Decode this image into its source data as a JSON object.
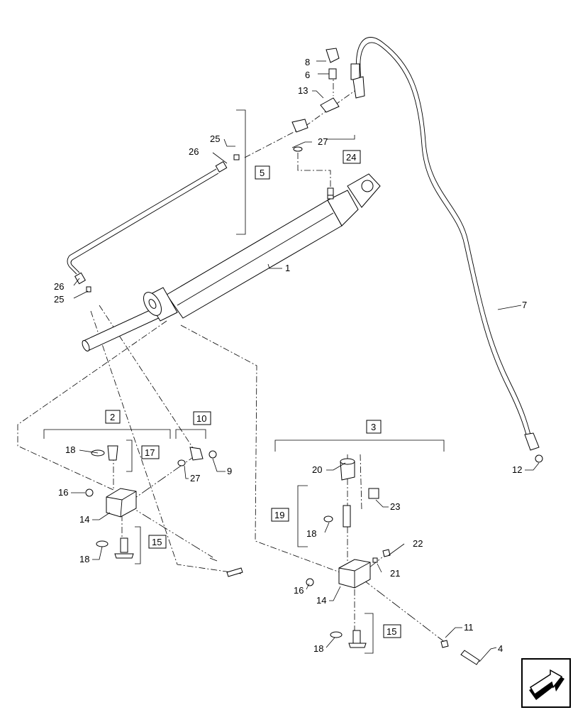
{
  "callouts": {
    "c1": "1",
    "c4": "4",
    "c6": "6",
    "c7": "7",
    "c8": "8",
    "c9": "9",
    "c11": "11",
    "c12": "12",
    "c13": "13",
    "c14a": "14",
    "c14b": "14",
    "c16a": "16",
    "c16b": "16",
    "c18a": "18",
    "c18b": "18",
    "c18c": "18",
    "c18d": "18",
    "c20": "20",
    "c21": "21",
    "c22": "22",
    "c23": "23",
    "c25a": "25",
    "c25b": "25",
    "c26a": "26",
    "c26b": "26",
    "c27a": "27",
    "c27b": "27"
  },
  "kits": {
    "k2": "2",
    "k3": "3",
    "k5": "5",
    "k10": "10",
    "k15a": "15",
    "k15b": "15",
    "k17": "17",
    "k19": "19",
    "k24": "24"
  },
  "nav_icon": "next-page-arrow-icon"
}
